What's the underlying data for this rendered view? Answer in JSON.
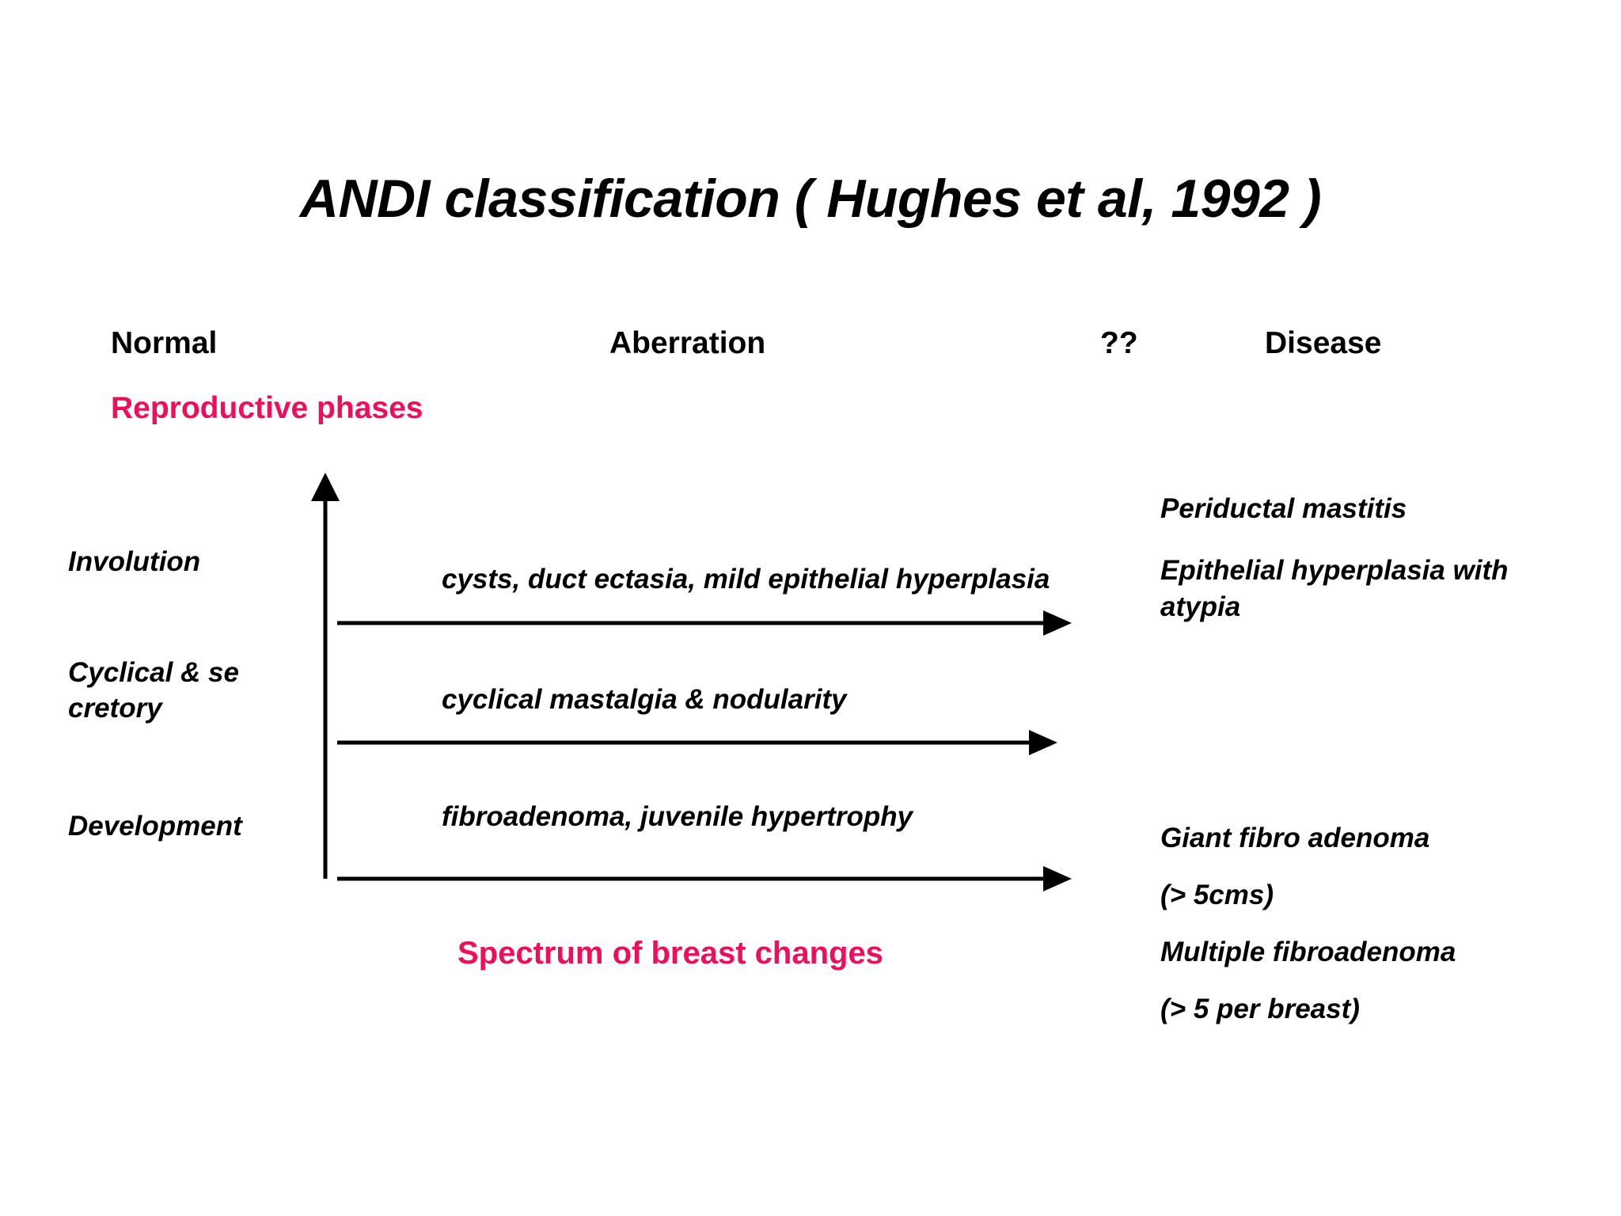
{
  "slide": {
    "title": "ANDI classification ( Hughes et al, 1992 )",
    "background_color": "#FFFFFF",
    "accent_color": "#EE0E5C",
    "text_color": "#000000"
  },
  "headers": {
    "normal": "Normal",
    "aberration": "Aberration",
    "question": "??",
    "disease": "Disease"
  },
  "labels": {
    "reproductive_phases": "Reproductive phases",
    "spectrum_of_breast_changes": "Spectrum of breast changes"
  },
  "rows": [
    {
      "normal": "Involution",
      "aberration": "cysts, duct ectasia, mild epithelial hyperplasia",
      "disease": [
        "Periductal mastitis",
        "Epithelial hyperplasia with atypia"
      ]
    },
    {
      "normal": "Cyclical & se cretory",
      "normal_line1": "Cyclical & se",
      "normal_line2": "cretory",
      "aberration": "cyclical mastalgia & nodularity",
      "disease": []
    },
    {
      "normal": "Development",
      "aberration": "fibroadenoma, juvenile hypertrophy",
      "disease": [
        "Giant fibro adenoma",
        "(> 5cms)",
        "Multiple fibroadenoma",
        "(> 5 per breast)"
      ]
    }
  ],
  "disease_column": {
    "periductal_mastitis": "Periductal mastitis",
    "epithelial_hyperplasia_with_atypia": "Epithelial hyperplasia with atypia",
    "giant_fibro_adenoma": "Giant fibro adenoma",
    "giant_size_note": "(> 5cms)",
    "multiple_fibroadenoma": "Multiple fibroadenoma",
    "multiple_count_note": "(> 5 per breast)"
  },
  "axis": {
    "vertical_arrow": "upward-arrow",
    "horizontal_arrows": 3
  }
}
